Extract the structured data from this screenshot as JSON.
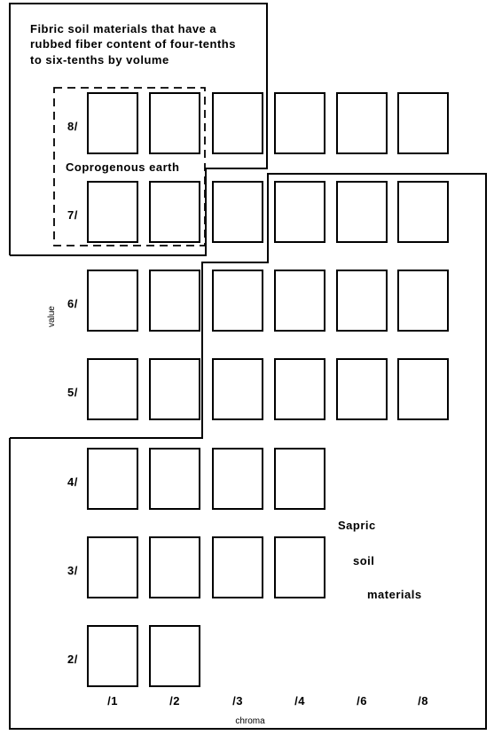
{
  "fibric_label": [
    "Fibric soil materials that have a",
    "rubbed fiber content of four-tenths",
    "to six-tenths by volume"
  ],
  "coprogenous_label": "Coprogenous earth",
  "sapric_label": [
    "Sapric",
    "soil",
    "materials"
  ],
  "y_axis_label": "value",
  "x_axis_label": "chroma",
  "value_rows": [
    {
      "label": "8/",
      "chip_count": 6
    },
    {
      "label": "7/",
      "chip_count": 6
    },
    {
      "label": "6/",
      "chip_count": 6
    },
    {
      "label": "5/",
      "chip_count": 6
    },
    {
      "label": "4/",
      "chip_count": 4
    },
    {
      "label": "3/",
      "chip_count": 4
    },
    {
      "label": "2/",
      "chip_count": 2
    }
  ],
  "chroma_columns": [
    "/1",
    "/2",
    "/3",
    "/4",
    "/6",
    "/8"
  ]
}
